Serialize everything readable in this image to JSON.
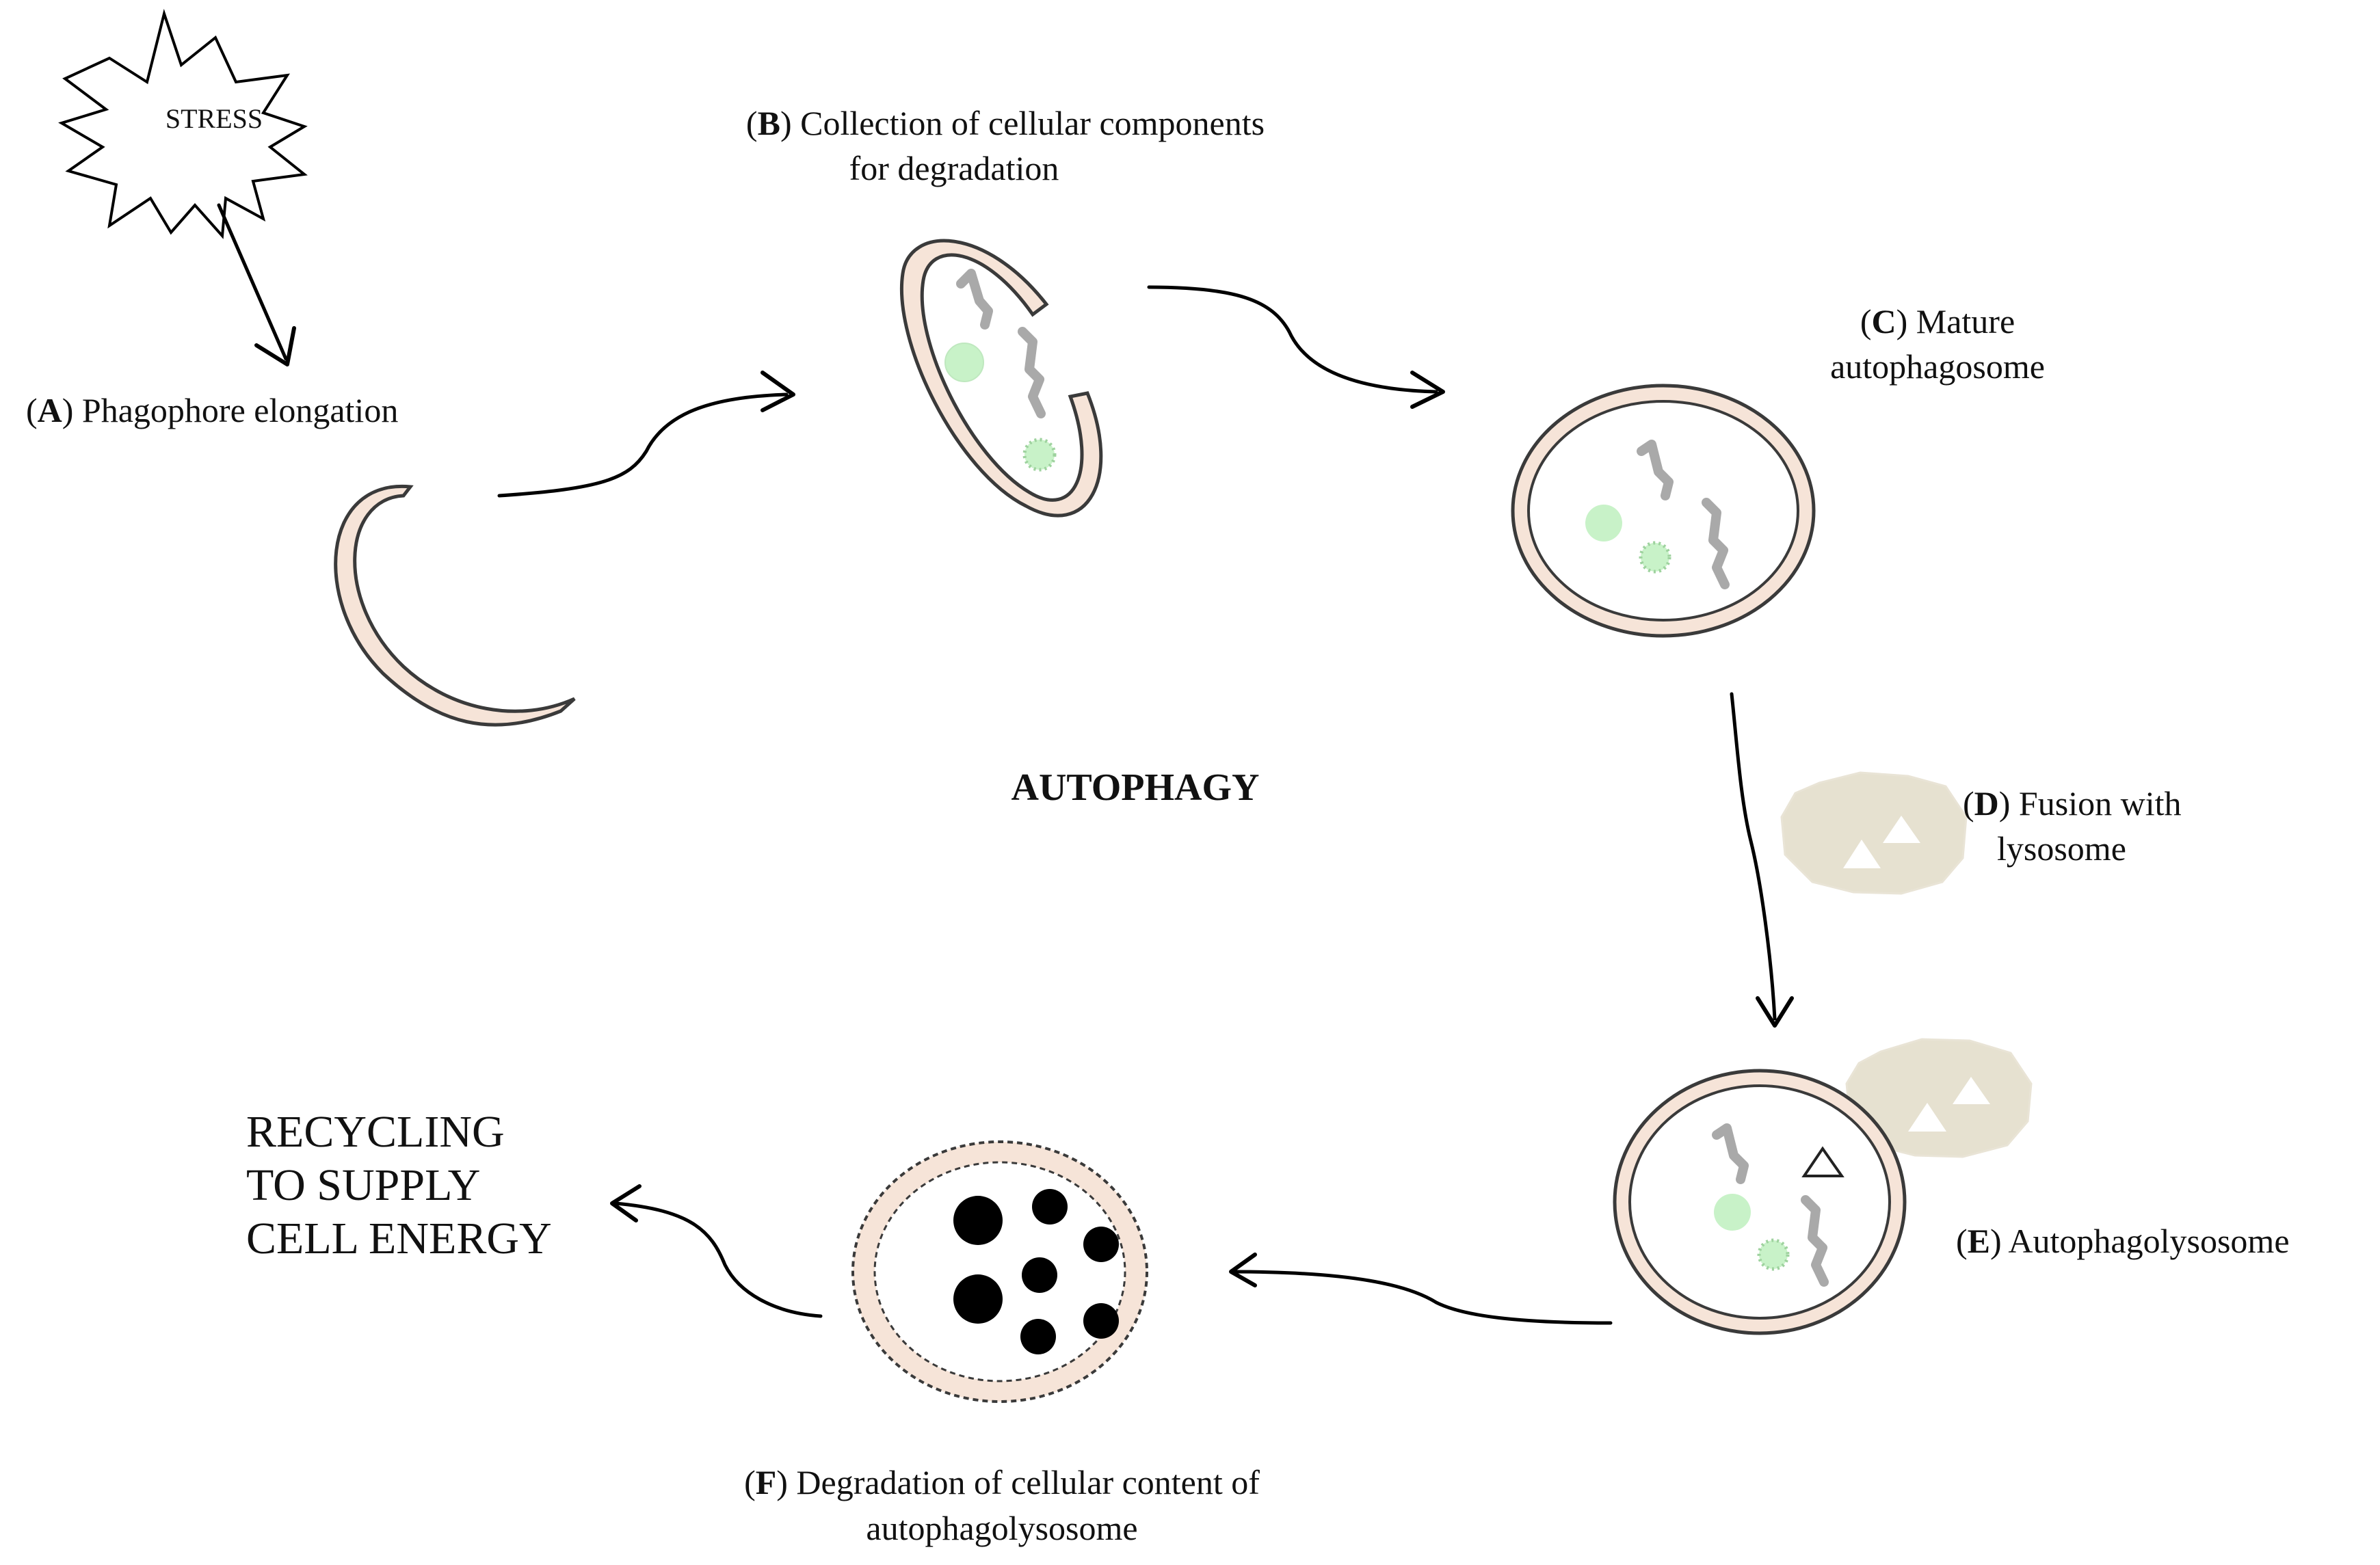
{
  "title": "AUTOPHAGY",
  "stress_label": "STRESS",
  "steps": {
    "a": {
      "letter": "A",
      "text": "Phagophore elongation"
    },
    "b": {
      "letter": "B",
      "line1": "Collection of cellular components",
      "line2": "for degradation"
    },
    "c": {
      "letter": "C",
      "line1": "Mature",
      "line2": "autophagosome"
    },
    "d": {
      "letter": "D",
      "line1": "Fusion with",
      "line2": "lysosome"
    },
    "e": {
      "letter": "E",
      "text": "Autophagolysosome"
    },
    "f": {
      "letter": "F",
      "line1": "Degradation of cellular content of",
      "line2": "autophagolysosome"
    }
  },
  "recycling": {
    "line1": "RECYCLING",
    "line2": "TO SUPPLY",
    "line3": "CELL ENERGY"
  },
  "colors": {
    "membrane_fill": "#f6e4d8",
    "membrane_stroke": "#3a3a3a",
    "cargo_green": "#c8f2c8",
    "protein_gray": "#a9a9a9",
    "lysosome_fill": "#e6e1d0",
    "degraded_black": "#000000"
  }
}
